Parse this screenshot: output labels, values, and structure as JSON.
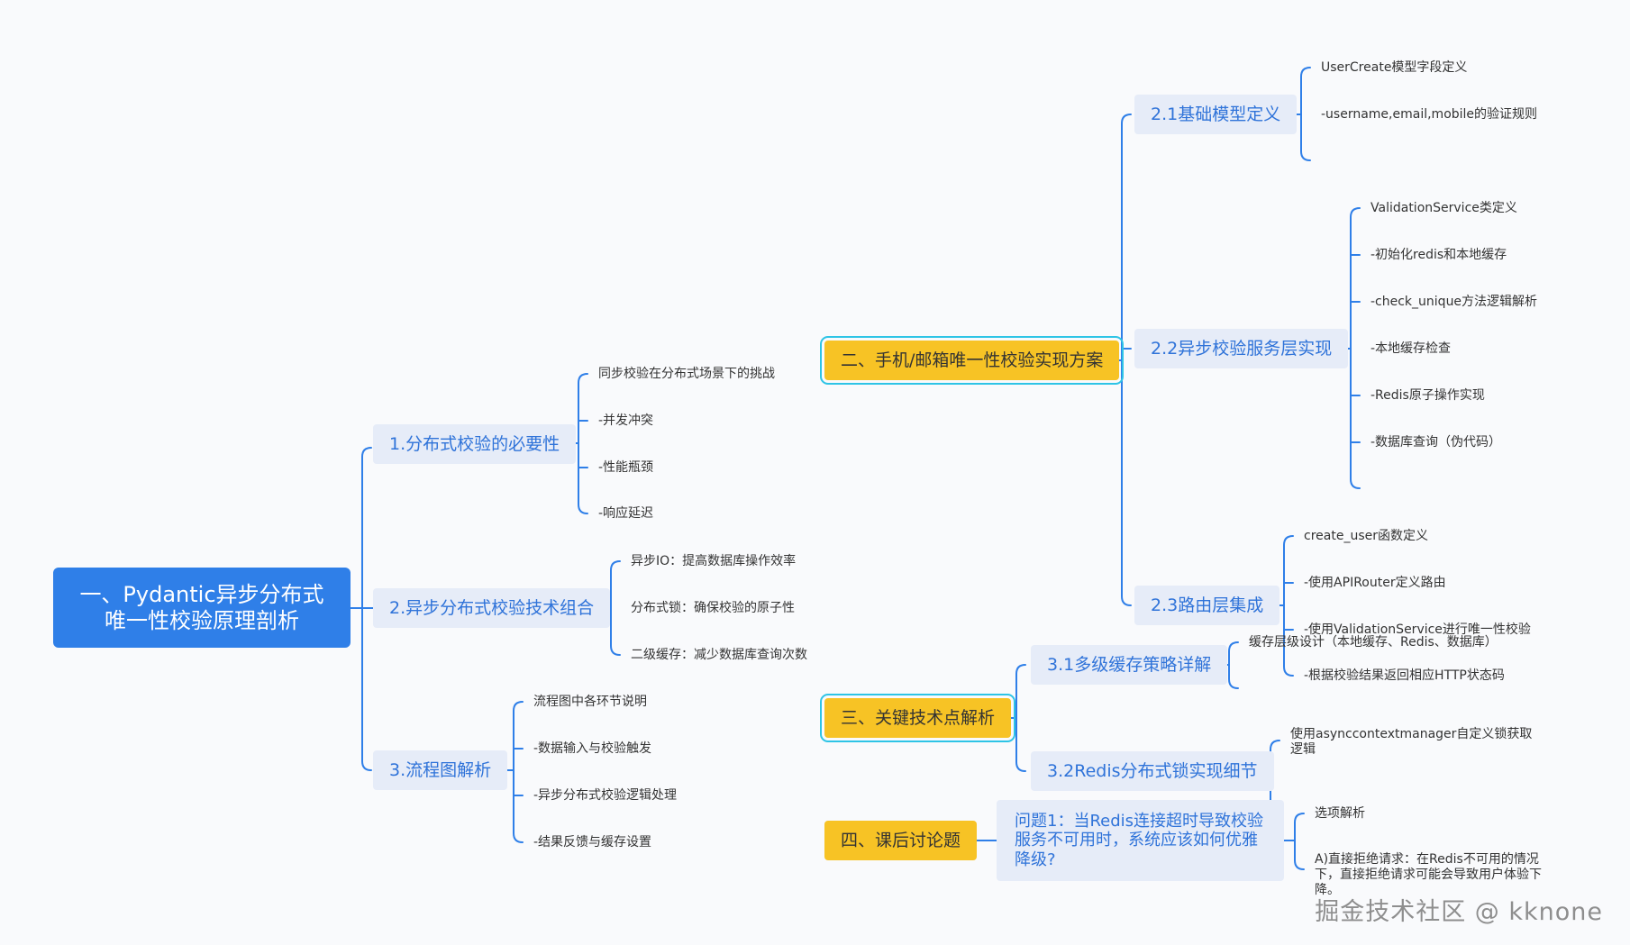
{
  "root": {
    "line1": "一、Pydantic异步分布式",
    "line2": "唯一性校验原理剖析"
  },
  "branch1": {
    "title": "1.分布式校验的必要性",
    "items": [
      "同步校验在分布式场景下的挑战",
      "-并发冲突",
      "-性能瓶颈",
      "-响应延迟"
    ]
  },
  "branch2": {
    "title": "2.异步分布式校验技术组合",
    "items": [
      "异步IO：提高数据库操作效率",
      "分布式锁：确保校验的原子性",
      "二级缓存：减少数据库查询次数"
    ]
  },
  "branch3": {
    "title": "3.流程图解析",
    "items": [
      "流程图中各环节说明",
      "-数据输入与校验触发",
      "-异步分布式校验逻辑处理",
      "-结果反馈与缓存设置"
    ]
  },
  "section2": {
    "title": "二、手机/邮箱唯一性校验实现方案",
    "sub1": {
      "title": "2.1基础模型定义",
      "items": [
        "UserCreate模型字段定义",
        "-username,email,mobile的验证规则"
      ]
    },
    "sub2": {
      "title": "2.2异步校验服务层实现",
      "items": [
        "ValidationService类定义",
        "-初始化redis和本地缓存",
        "-check_unique方法逻辑解析",
        "-本地缓存检查",
        "-Redis原子操作实现",
        "-数据库查询（伪代码）"
      ]
    },
    "sub3": {
      "title": "2.3路由层集成",
      "items": [
        "create_user函数定义",
        "-使用APIRouter定义路由",
        "-使用ValidationService进行唯一性校验",
        "-根据校验结果返回相应HTTP状态码"
      ]
    }
  },
  "section3": {
    "title": "三、关键技术点解析",
    "sub1": {
      "title": "3.1多级缓存策略详解",
      "items": [
        "缓存层级设计（本地缓存、Redis、数据库）"
      ]
    },
    "sub2": {
      "title": "3.2Redis分布式锁实现细节",
      "items": [
        "使用asynccontextmanager自定义锁获取逻辑"
      ]
    }
  },
  "section4": {
    "title": "四、课后讨论题",
    "question": "问题1：当Redis连接超时导致校验服务不可用时，系统应该如何优雅降级?",
    "items": [
      "选项解析",
      "A)直接拒绝请求：在Redis不可用的情况下，直接拒绝请求可能会导致用户体验下降。"
    ]
  },
  "watermark": "掘金技术社区 @ kknone",
  "colors": {
    "line": "#2f7fe8",
    "root": "#2f7fe8",
    "section": "#f7c325",
    "node": "#e6ecf8",
    "node_text": "#2f73d9"
  }
}
